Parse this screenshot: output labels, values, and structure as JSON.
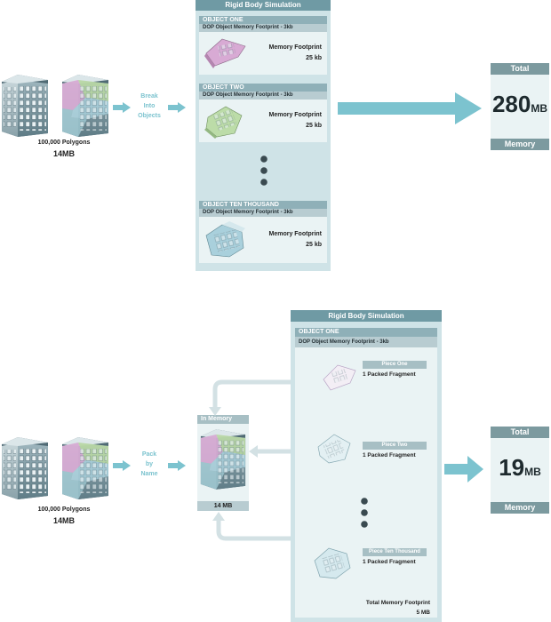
{
  "top": {
    "polygons_label": "100,000 Polygons",
    "size_label": "14MB",
    "step_label": [
      "Break",
      "Into",
      "Objects"
    ],
    "sim_title": "Rigid Body Simulation",
    "objects": [
      {
        "name": "OBJECT ONE",
        "sub": "DOP Object Memory Footprint - 3kb",
        "mem_label": "Memory Footprint",
        "mem_value": "25 kb"
      },
      {
        "name": "OBJECT TWO",
        "sub": "DOP Object Memory Footprint - 3kb",
        "mem_label": "Memory Footprint",
        "mem_value": "25 kb"
      },
      {
        "name": "OBJECT TEN THOUSAND",
        "sub": "DOP Object Memory Footprint - 3kb",
        "mem_label": "Memory Footprint",
        "mem_value": "25 kb"
      }
    ],
    "total_label": "Total",
    "total_value": "280",
    "total_unit": "MB",
    "memory_label": "Memory"
  },
  "bottom": {
    "polygons_label": "100,000 Polygons",
    "size_label": "14MB",
    "step_label": [
      "Pack",
      "by",
      "Name"
    ],
    "in_memory_label": "In Memory",
    "in_memory_size": "14 MB",
    "sim_title": "Rigid Body Simulation",
    "object_name": "OBJECT ONE",
    "object_sub": "DOP Object Memory Footprint - 3kb",
    "pieces": [
      {
        "name": "Piece One",
        "desc": "1 Packed Fragment"
      },
      {
        "name": "Piece Two",
        "desc": "1 Packed Fragment"
      },
      {
        "name": "Piece Ten Thousand",
        "desc": "1 Packed Fragment"
      }
    ],
    "total_footprint_label": "Total Memory Footprint",
    "total_footprint_value": "5 MB",
    "total_label": "Total",
    "total_value": "19",
    "total_unit": "MB",
    "memory_label": "Memory"
  },
  "colors": {
    "accent": "#7cc3cf",
    "panel_header": "#6f9aa4",
    "panel_bg": "#cfe3e7",
    "object_bg": "#eaf3f4"
  }
}
